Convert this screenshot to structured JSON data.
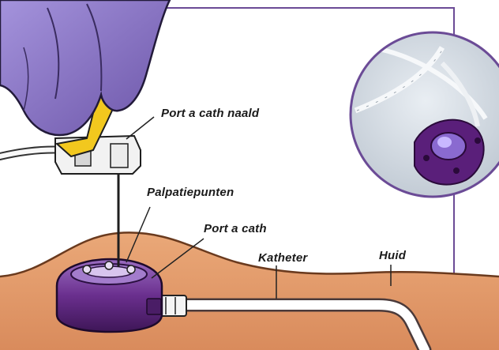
{
  "labels": {
    "needle": "Port a cath naald",
    "palpation": "Palpatiepunten",
    "port": "Port a cath",
    "catheter": "Katheter",
    "skin": "Huid"
  },
  "colors": {
    "glove": "#8a72c8",
    "port_body": "#6a2f8e",
    "needle_hub": "#f2c81e",
    "skin": "#e8a374",
    "frame": "#6b4b96"
  }
}
